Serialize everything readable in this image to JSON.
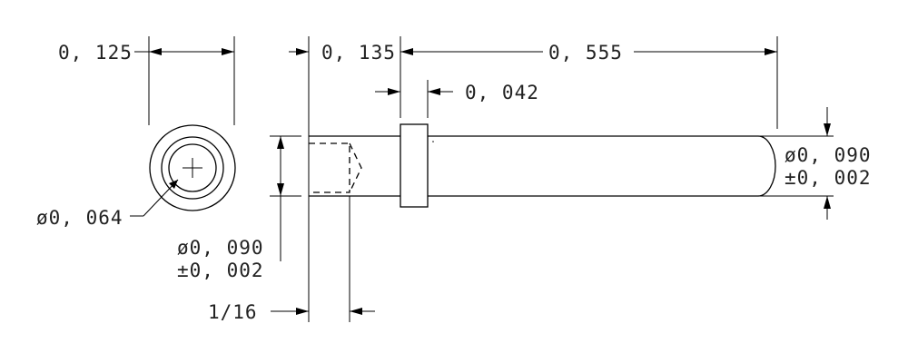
{
  "dimensions": {
    "end_view_width": "0, 125",
    "inner_diameter": "ø0, 064",
    "left_section_length": "0, 135",
    "pin_length": "0, 555",
    "flange_width": "0, 042",
    "right_diameter": "ø0, 090",
    "right_tolerance": "±0, 002",
    "left_diameter": "ø0, 090",
    "left_tolerance": "±0, 002",
    "hole_depth": "1/16"
  }
}
